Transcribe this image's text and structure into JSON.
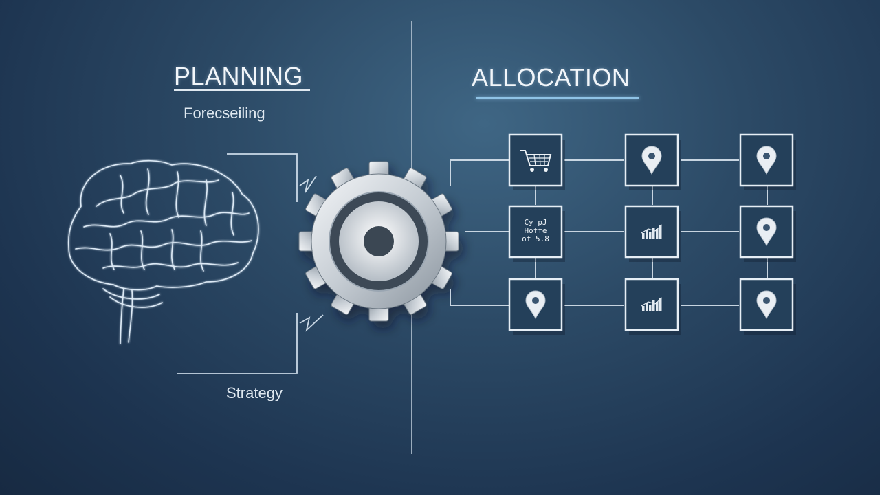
{
  "planning": {
    "title": "PLANNING",
    "subtitle": "Forecseiling",
    "footer_label": "Strategy",
    "icons": [
      "brain-icon"
    ]
  },
  "allocation": {
    "title": "ALLOCATION",
    "center_icon": "gear-icon",
    "grid": [
      [
        "cart-icon",
        "location-pin-icon",
        "location-pin-icon"
      ],
      [
        "text-card-icon",
        "bar-chart-icon",
        "location-pin-icon"
      ],
      [
        "location-pin-icon",
        "bar-chart-icon",
        "location-pin-icon"
      ]
    ],
    "node_glyph_text": [
      "Cy pJ",
      "Hoffe",
      "of 5.8"
    ]
  },
  "colors": {
    "bg_top": "#3f6684",
    "bg_bottom": "#172a42",
    "accent_line": "#8fc3e6",
    "line": "#c9d6e2"
  }
}
